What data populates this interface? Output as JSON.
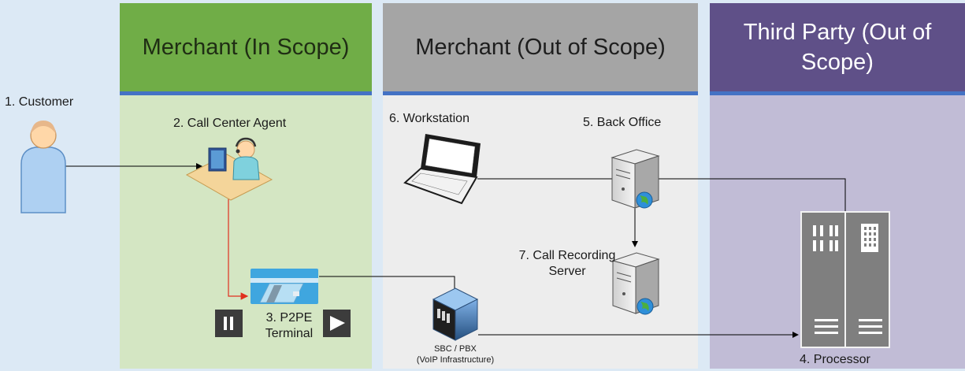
{
  "zones": [
    {
      "title": "Merchant (In Scope)",
      "color": "#70ad47"
    },
    {
      "title": "Merchant (Out of Scope)",
      "color": "#a5a5a5"
    },
    {
      "title": "Third Party (Out of Scope)",
      "color": "#5f5088"
    }
  ],
  "nodes": {
    "customer": "1. Customer",
    "agent": "2. Call Center Agent",
    "terminal_line1": "3. P2PE",
    "terminal_line2": "Terminal",
    "processor": "4. Processor",
    "back_office": "5. Back Office",
    "workstation": "6. Workstation",
    "recording_line1": "7. Call Recording",
    "recording_line2": "Server",
    "sbc_line1": "SBC / PBX",
    "sbc_line2": "(VoIP Infrastructure)"
  },
  "colors": {
    "band": "#4472c4",
    "connector": "#000000",
    "agent_link": "#e0301e"
  }
}
